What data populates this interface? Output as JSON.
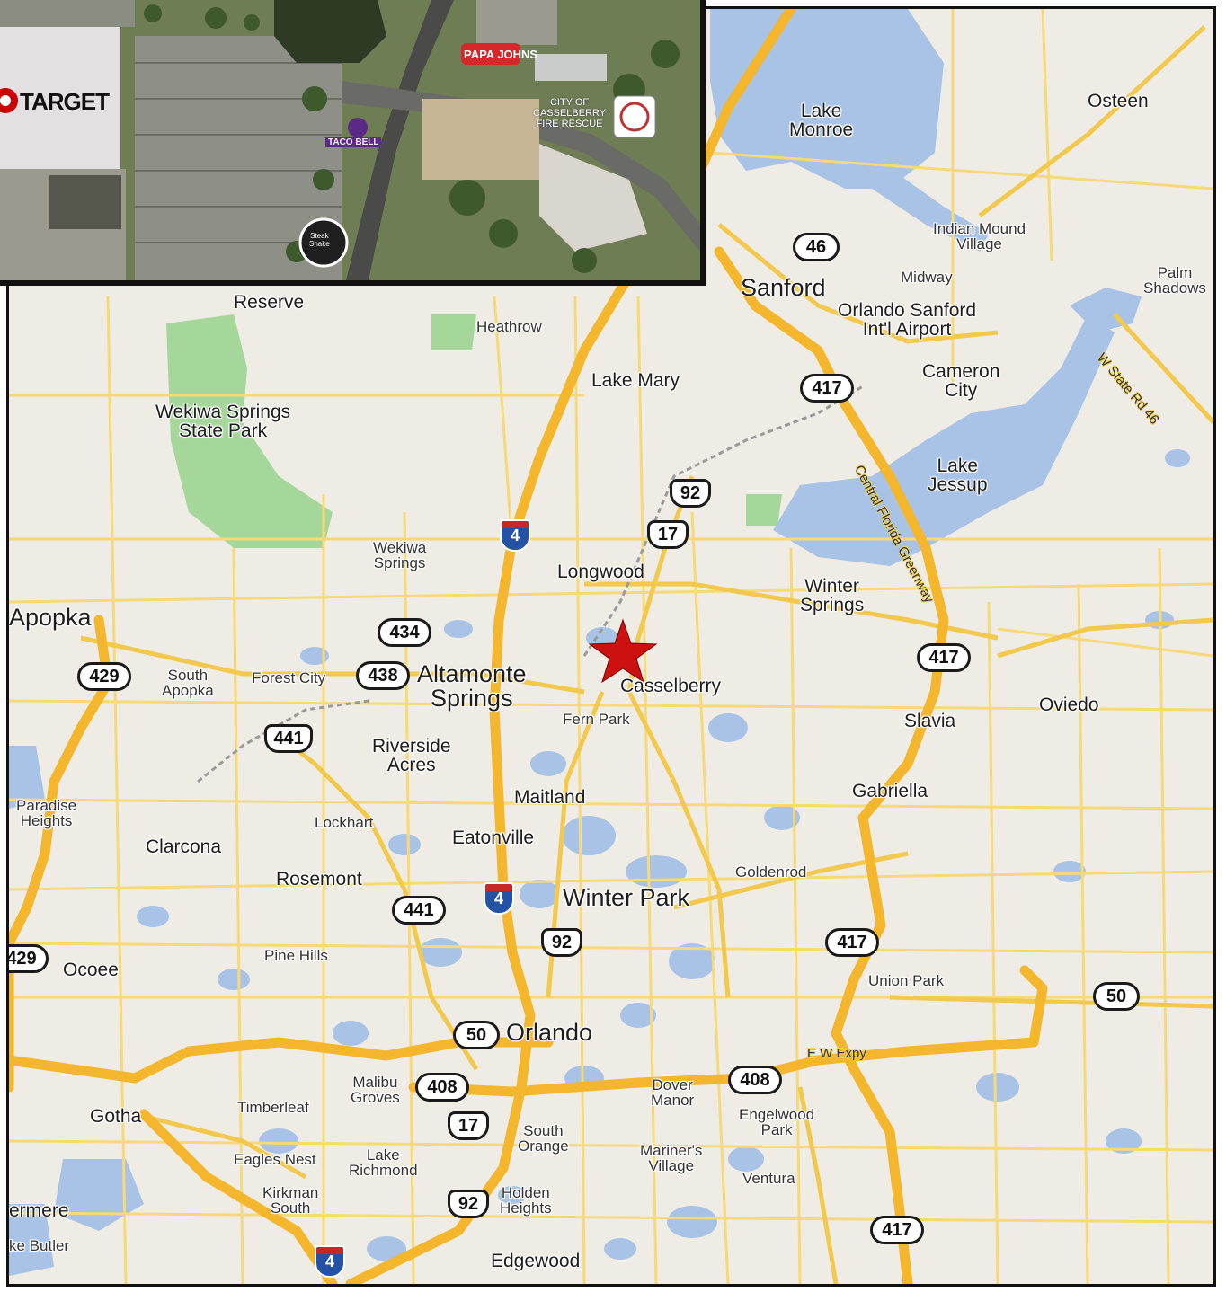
{
  "inset": {
    "businesses": {
      "target": "TARGET",
      "papa_johns": "PAPA JOHNS",
      "taco_bell": "TACO BELL",
      "steak_shake_line1": "Steak",
      "steak_shake_line2": "Shake",
      "fire_rescue_line1": "CITY OF",
      "fire_rescue_line2": "CASSELBERRY",
      "fire_rescue_line3": "FIRE RESCUE"
    }
  },
  "map": {
    "places": {
      "reserve": "Reserve",
      "heathrow": "Heathrow",
      "lake_mary": "Lake Mary",
      "sanford": "Sanford",
      "lake_monroe_1": "Lake",
      "lake_monroe_2": "Monroe",
      "osteen": "Osteen",
      "indian_mound_1": "Indian Mound",
      "indian_mound_2": "Village",
      "midway": "Midway",
      "palm_shadows_1": "Palm",
      "palm_shadows_2": "Shadows",
      "airport_1": "Orlando Sanford",
      "airport_2": "Int'l Airport",
      "cameron_1": "Cameron",
      "cameron_2": "City",
      "lake_jessup_1": "Lake",
      "lake_jessup_2": "Jessup",
      "wekiwa_sp_1": "Wekiwa Springs",
      "wekiwa_sp_2": "State Park",
      "wekiwa_1": "Wekiwa",
      "wekiwa_2": "Springs",
      "longwood": "Longwood",
      "winter_springs_1": "Winter",
      "winter_springs_2": "Springs",
      "apopka": "Apopka",
      "south_apopka_1": "South",
      "south_apopka_2": "Apopka",
      "forest_city": "Forest City",
      "altamonte_1": "Altamonte",
      "altamonte_2": "Springs",
      "casselberry": "Casselberry",
      "fern_park": "Fern Park",
      "slavia": "Slavia",
      "oviedo": "Oviedo",
      "riverside_1": "Riverside",
      "riverside_2": "Acres",
      "paradise_1": "Paradise",
      "paradise_2": "Heights",
      "maitland": "Maitland",
      "gabriella": "Gabriella",
      "lockhart": "Lockhart",
      "clarcona": "Clarcona",
      "eatonville": "Eatonville",
      "rosemont": "Rosemont",
      "goldenrod": "Goldenrod",
      "winter_park": "Winter Park",
      "pine_hills": "Pine Hills",
      "ocoee": "Ocoee",
      "union_park": "Union Park",
      "orlando": "Orlando",
      "malibu_1": "Malibu",
      "malibu_2": "Groves",
      "timberleaf": "Timberleaf",
      "dover_1": "Dover",
      "dover_2": "Manor",
      "engelwood_1": "Engelwood",
      "engelwood_2": "Park",
      "gotha": "Gotha",
      "south_orange_1": "South",
      "south_orange_2": "Orange",
      "mariners_1": "Mariner's",
      "mariners_2": "Village",
      "eagles_nest": "Eagles Nest",
      "lake_richmond_1": "Lake",
      "lake_richmond_2": "Richmond",
      "ventura": "Ventura",
      "kirkman_1": "Kirkman",
      "kirkman_2": "South",
      "holden_1": "Holden",
      "holden_2": "Heights",
      "windermere": "ermere",
      "lake_butler": "ke Butler",
      "edgewood": "Edgewood"
    },
    "road_labels": {
      "w_state_rd_46": "W State Rd 46",
      "central_fl_greenway": "Central Florida Greenway",
      "ew_expy": "E W Expy"
    },
    "shields": {
      "sr46": "46",
      "sr417_a": "417",
      "us92_a": "92",
      "us17_a": "17",
      "i4_a": "4",
      "sr434": "434",
      "sr438": "438",
      "sr429_a": "429",
      "sr441_a": "441",
      "sr417_b": "417",
      "i4_b": "4",
      "sr441_b": "441",
      "us92_b": "92",
      "sr417_c": "417",
      "sr429_b": "429",
      "sr50_a": "50",
      "sr50_b": "50",
      "sr408_a": "408",
      "sr408_b": "408",
      "us17_b": "17",
      "us92_c": "92",
      "sr417_d": "417",
      "i4_c": "4"
    },
    "marker_color": "#cc1111",
    "road_color": "#f3b62c",
    "water_color": "#a8c3e6",
    "park_color": "#a6d79a"
  }
}
